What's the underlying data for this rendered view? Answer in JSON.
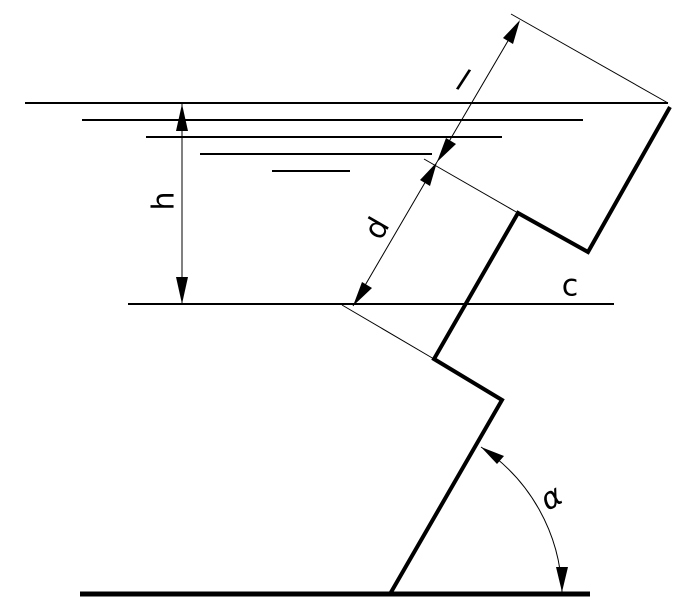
{
  "labels": {
    "l": "l",
    "h": "h",
    "d": "d",
    "c": "c",
    "alpha": "α"
  },
  "colors": {
    "stroke": "#000000",
    "background": "#ffffff"
  }
}
